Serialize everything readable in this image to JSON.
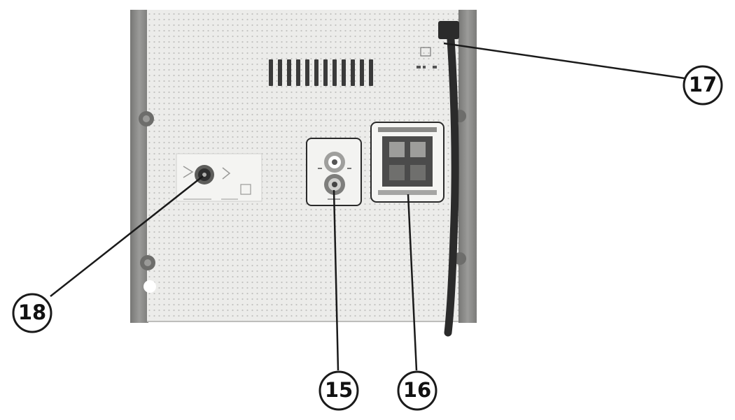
{
  "callouts": [
    {
      "number": "15",
      "part": "rca-audio-input"
    },
    {
      "number": "16",
      "part": "speaker-terminals"
    },
    {
      "number": "17",
      "part": "power-cord"
    },
    {
      "number": "18",
      "part": "antenna-socket"
    }
  ],
  "colors": {
    "panel": "#ececea",
    "frame": "#8f8f8d",
    "line": "#1a1a1a"
  }
}
